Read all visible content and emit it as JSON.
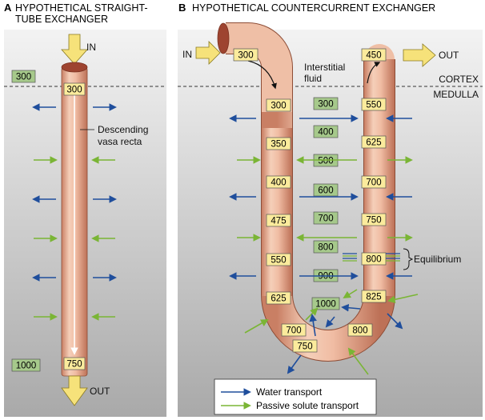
{
  "panel_a": {
    "letter": "A",
    "title_line1": "HYPOTHETICAL STRAIGHT-",
    "title_line2": "TUBE EXCHANGER",
    "in_label": "IN",
    "out_label": "OUT",
    "vessel_label_line1": "Descending",
    "vessel_label_line2": "vasa recta",
    "blood_values": [
      "300",
      "750"
    ],
    "interstitial_values": [
      "300",
      "1000"
    ]
  },
  "panel_b": {
    "letter": "B",
    "title": "HYPOTHETICAL COUNTERCURRENT EXCHANGER",
    "in_label": "IN",
    "out_label": "OUT",
    "interstitial_label_line1": "Interstitial",
    "interstitial_label_line2": "fluid",
    "cortex_label": "CORTEX",
    "medulla_label": "MEDULLA",
    "equilibrium_label": "Equilibrium",
    "descending_limb_values": [
      "300",
      "300",
      "350",
      "400",
      "475",
      "550",
      "625",
      "700"
    ],
    "bottom_value": "750",
    "ascending_limb_values": [
      "450",
      "550",
      "625",
      "700",
      "750",
      "800",
      "825",
      "800"
    ],
    "interstitial_values": [
      "300",
      "400",
      "500",
      "600",
      "700",
      "800",
      "900",
      "1000"
    ]
  },
  "legend": {
    "water_label": "Water transport",
    "solute_label": "Passive solute transport"
  },
  "colors": {
    "water_arrow": "#1f4e9c",
    "solute_arrow": "#7ab535",
    "blood_box": "#fbeb9c",
    "interstitial_box": "#a6c98b",
    "io_arrow": "#f6e27a"
  }
}
